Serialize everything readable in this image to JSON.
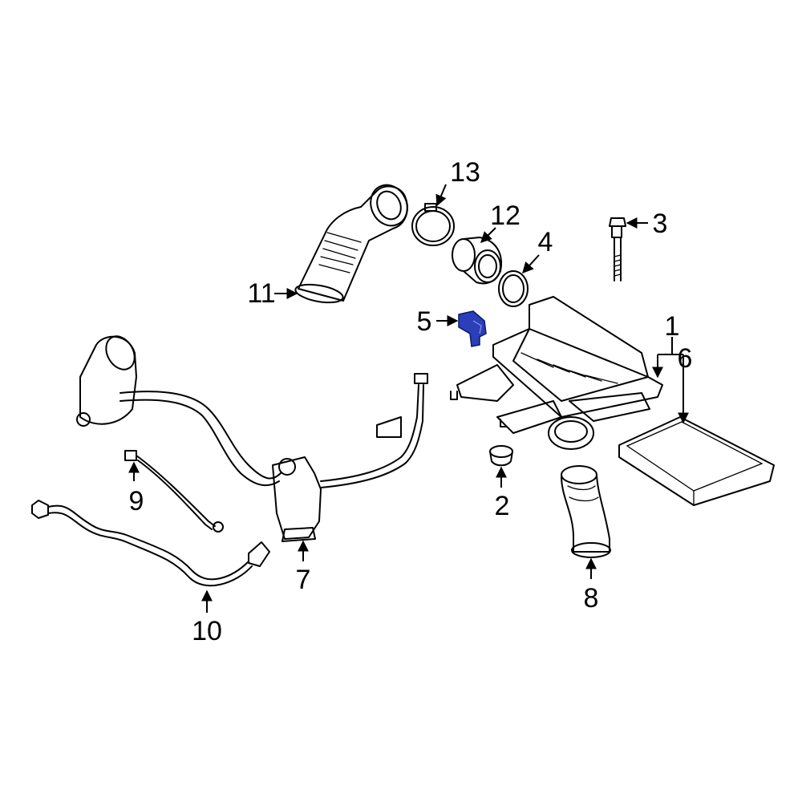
{
  "callouts": [
    {
      "id": "1",
      "label": "1"
    },
    {
      "id": "2",
      "label": "2"
    },
    {
      "id": "3",
      "label": "3"
    },
    {
      "id": "4",
      "label": "4"
    },
    {
      "id": "5",
      "label": "5"
    },
    {
      "id": "6",
      "label": "6"
    },
    {
      "id": "7",
      "label": "7"
    },
    {
      "id": "8",
      "label": "8"
    },
    {
      "id": "9",
      "label": "9"
    },
    {
      "id": "10",
      "label": "10"
    },
    {
      "id": "11",
      "label": "11"
    },
    {
      "id": "12",
      "label": "12"
    },
    {
      "id": "13",
      "label": "13"
    }
  ],
  "colors": {
    "line": "#000000",
    "highlight_part": "#2a3fb8",
    "background": "#ffffff"
  },
  "highlighted_part": "5"
}
